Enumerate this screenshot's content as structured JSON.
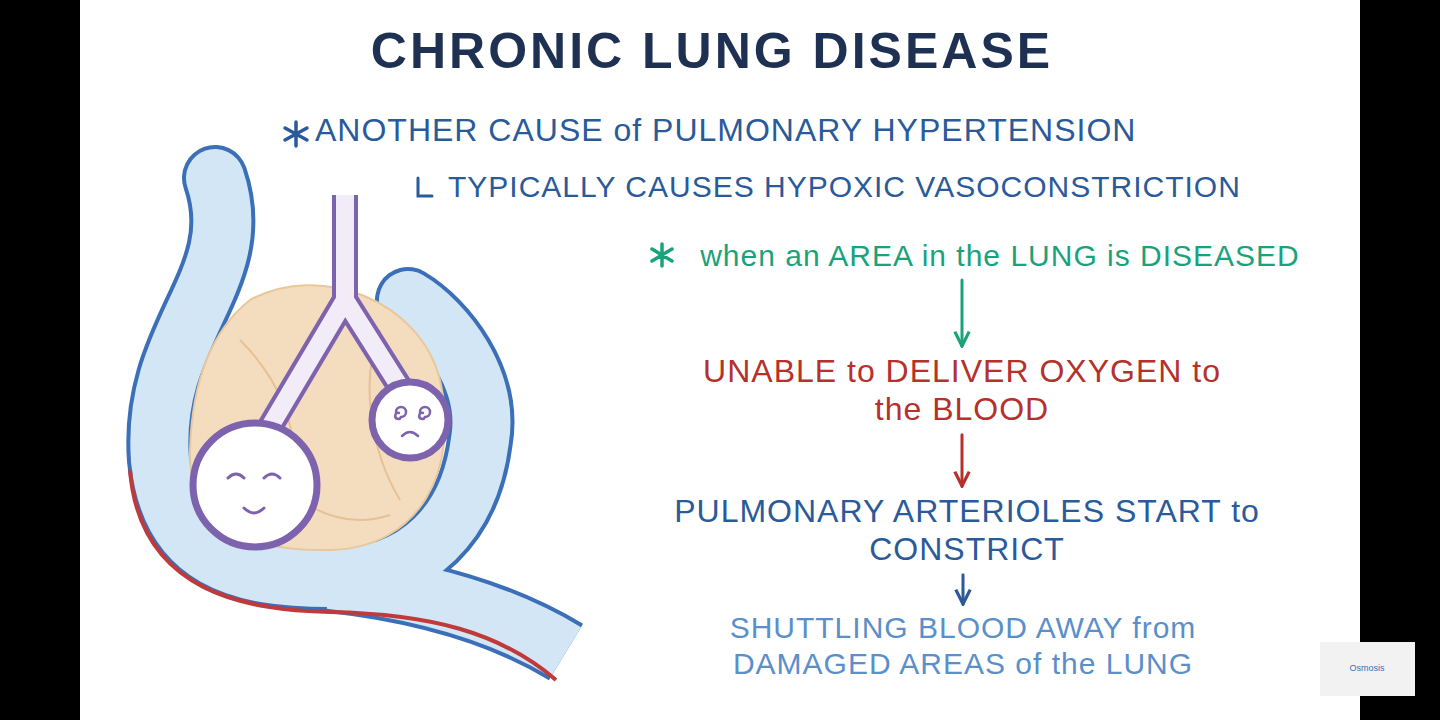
{
  "diagram": {
    "title": "CHRONIC LUNG DISEASE",
    "nodes": [
      {
        "text": [
          "when an AREA in the LUNG is DISEASED"
        ]
      },
      {
        "text": [
          "UNABLE to DELIVER OXYGEN to the BLOOD"
        ]
      },
      {
        "text": [
          "PULMONARY ARTERIOLES START to CONSTRICT"
        ]
      },
      {
        "text": [
          "SHUTTLING BLOOD AWAY from DAMAGED AREAS of the LUNG"
        ]
      }
    ],
    "edges": [
      {
        "from": 0,
        "to": 1,
        "arrow": "to"
      },
      {
        "from": 1,
        "to": 2,
        "arrow": "to"
      },
      {
        "from": 2,
        "to": 3,
        "arrow": "to"
      }
    ],
    "labels": [
      "ANOTHER CAUSE of PULMONARY HYPERTENSION",
      "TYPICALLY CAUSES HYPOXIC VASOCONSTRICTION",
      "Osmosis"
    ]
  }
}
